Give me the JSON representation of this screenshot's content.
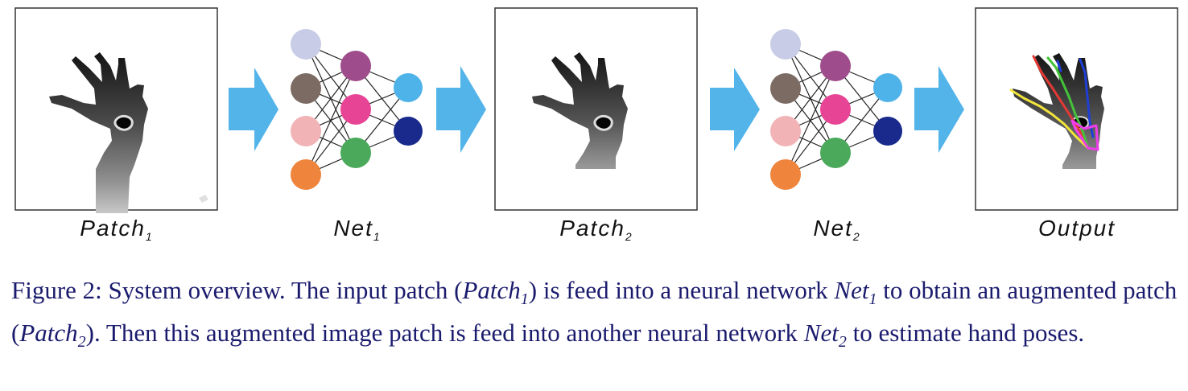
{
  "labels": {
    "patch1": {
      "base": "Patch",
      "sub": "1"
    },
    "net1": {
      "base": "Net",
      "sub": "1"
    },
    "patch2": {
      "base": "Patch",
      "sub": "2"
    },
    "net2": {
      "base": "Net",
      "sub": "2"
    },
    "output": {
      "base": "Output",
      "sub": ""
    }
  },
  "caption": {
    "lead": "Figure 2: System overview. The input patch (",
    "patch1_base": "Patch",
    "patch1_sub": "1",
    "mid1": ") is feed into a neural network ",
    "net1_base": "Net",
    "net1_sub": "1",
    "mid2": " to obtain an augmented patch (",
    "patch2_base": "Patch",
    "patch2_sub": "2",
    "mid3": "). Then this augmented image patch is feed into another neural network ",
    "net2_base": "Net",
    "net2_sub": "2",
    "tail": " to estimate hand poses."
  },
  "colors": {
    "arrow": "#53b4ea",
    "input_nodes": [
      "#c8cce6",
      "#7c6b63",
      "#f1b3b6",
      "#ef843c"
    ],
    "hidden_nodes": [
      "#9e4c8c",
      "#e84495",
      "#4aa95a"
    ],
    "output_nodes": [
      "#4eb3e9",
      "#192a8c"
    ],
    "skeleton": [
      "#e53935",
      "#f3e53a",
      "#44c33a",
      "#1f3fd6",
      "#ee3de8"
    ],
    "caption": "#1b1b6e"
  }
}
